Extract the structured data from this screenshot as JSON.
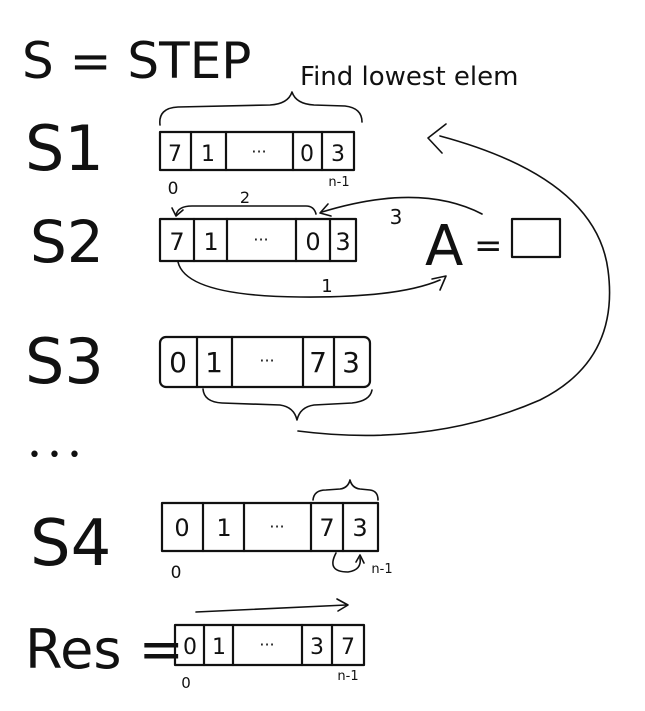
{
  "header": {
    "step_def": "S = STEP",
    "note": "Find lowest elem"
  },
  "steps": [
    {
      "label": "S1",
      "cells": [
        "7",
        "1",
        "···",
        "0",
        "3"
      ],
      "index_start": "0",
      "index_end": "n-1"
    },
    {
      "label": "S2",
      "cells": [
        "7",
        "1",
        "···",
        "0",
        "3"
      ],
      "arrow_labels": [
        "2",
        "1",
        "3"
      ],
      "temp_var": "A",
      "equals": "="
    },
    {
      "label": "S3",
      "cells": [
        "0",
        "1",
        "···",
        "7",
        "3"
      ]
    },
    {
      "ellipsis": "• • •"
    },
    {
      "label": "S4",
      "cells": [
        "0",
        "1",
        "···",
        "7",
        "3"
      ],
      "index_start": "0",
      "index_end": "n-1"
    },
    {
      "label": "Res =",
      "cells": [
        "0",
        "1",
        "···",
        "3",
        "7"
      ],
      "index_start": "0",
      "index_end": "n-1"
    }
  ],
  "colors": {
    "ink": "#111111",
    "background": "#ffffff"
  }
}
